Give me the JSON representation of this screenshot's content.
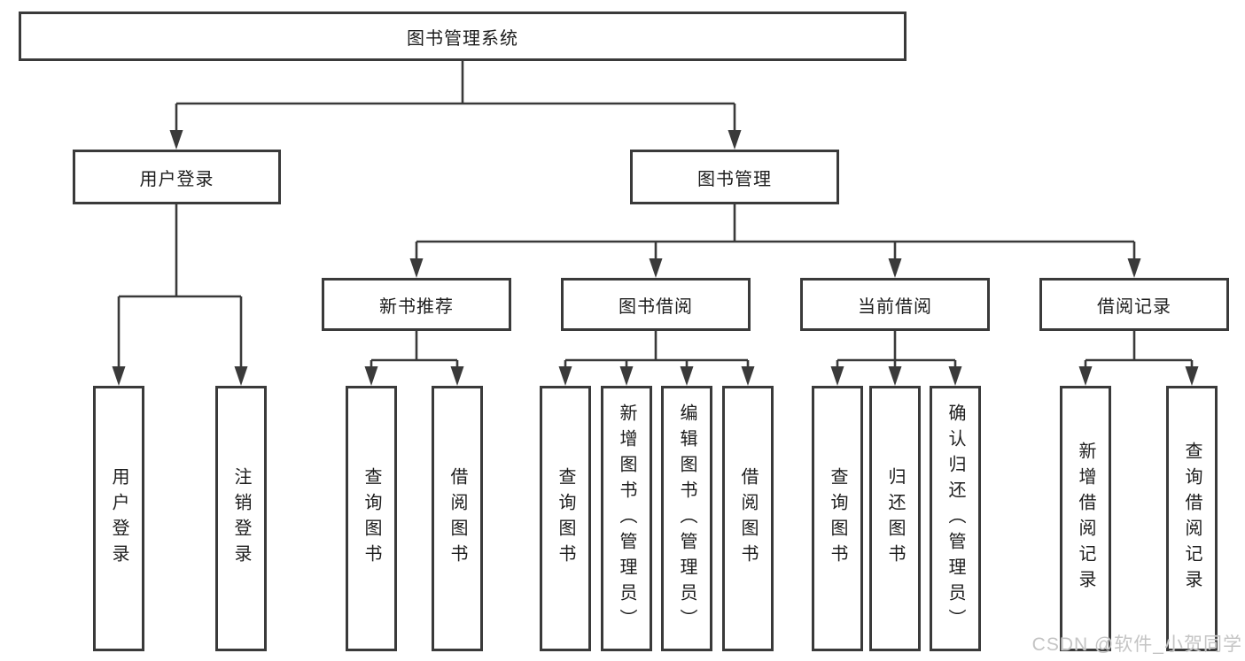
{
  "colors": {
    "line": "#3a3a3a",
    "ink": "#1d1d1d",
    "watermark": "#c4c4c4",
    "bg": "#ffffff"
  },
  "watermark": {
    "text": "CSDN @软件_小贺同学"
  },
  "diagram": {
    "type": "hierarchy-tree",
    "root": {
      "label": "图书管理系统",
      "children": [
        {
          "label": "用户登录",
          "children": [
            {
              "label": "用户登录"
            },
            {
              "label": "注销登录"
            }
          ]
        },
        {
          "label": "图书管理",
          "children": [
            {
              "label": "新书推荐",
              "children": [
                {
                  "label": "查询图书"
                },
                {
                  "label": "借阅图书"
                }
              ]
            },
            {
              "label": "图书借阅",
              "children": [
                {
                  "label": "查询图书"
                },
                {
                  "label": "新增图书（管理员）"
                },
                {
                  "label": "编辑图书（管理员）"
                },
                {
                  "label": "借阅图书"
                }
              ]
            },
            {
              "label": "当前借阅",
              "children": [
                {
                  "label": "查询图书"
                },
                {
                  "label": "归还图书"
                },
                {
                  "label": "确认归还（管理员）"
                }
              ]
            },
            {
              "label": "借阅记录",
              "children": [
                {
                  "label": "新增借阅记录"
                },
                {
                  "label": "查询借阅记录"
                }
              ]
            }
          ]
        }
      ]
    }
  }
}
